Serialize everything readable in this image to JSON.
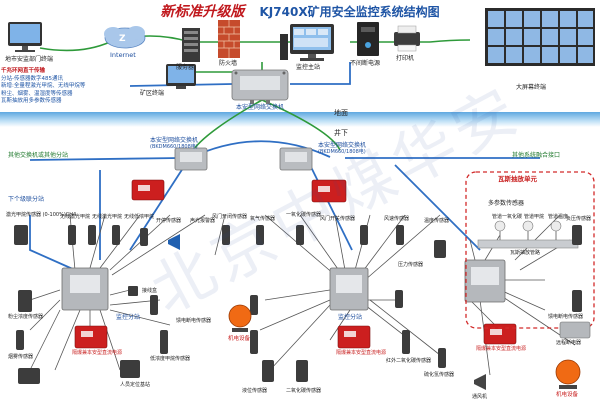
{
  "title": {
    "brand": "新标准升级版",
    "main": "KJ740X矿用安全监控系统结构图"
  },
  "colors": {
    "cable_green": "#2e9a3a",
    "cable_blue": "#2f6fc4",
    "red_device": "#cc1f1f",
    "frame_red": "#d22a2a"
  },
  "top": {
    "internet": "Internet",
    "city_terminal": "地市安监部门终端",
    "server": "服务器",
    "firewall": "防火墙",
    "host": "监控主站",
    "ups": "不间断电源",
    "printer": "打印机",
    "bigscreen": "大屏幕终端",
    "mine_terminal": "矿区终端",
    "switch_surface": "本安型网络交换机"
  },
  "note": {
    "head": "千兆环网直干传输",
    "lines": [
      "分站-传感器数字485通讯",
      "新增:全量程激光甲烷、无线甲烷等",
      "粉尘、烟雾、温湿度等传感器",
      "瓦斯抽放用多参数传感器"
    ]
  },
  "ground": {
    "above": "地面",
    "below": "井下"
  },
  "switches": {
    "left": "本安型网络交换机",
    "left_model": "(BKDM660/1808电)",
    "right": "本安型网络交换机",
    "right_model": "(BKDM660/1808电)"
  },
  "interfaces": {
    "left": "其他交换机或其他分站",
    "right": "其他系统融合接口",
    "lower": "下个级联分站"
  },
  "gas_unit": "瓦斯抽放单元",
  "labels": {
    "laser_ch4": "激光甲烷传感器 (0-100%)CH4",
    "wireless_ch4_1": "无线激光甲烷",
    "wireless_ch4_2": "无线激光甲烷",
    "wireless_ch4_3": "无线低浓甲烷",
    "switch_sensor": "开停传感器",
    "horn": "声光报警器",
    "door_sensor": "风门开闭传感器",
    "co_sensor": "一氧化碳传感器",
    "o2_sensor": "氧气传感器",
    "wind_sensor": "风速传感器",
    "temp_sensor": "温度传感器",
    "door2": "风门开关传感器",
    "negative_p": "负压传感器",
    "pressure": "压力传感器",
    "multiparam": "多参数传感器",
    "pipe_co": "管道一氧化碳",
    "pipe_ch4": "管道甲烷",
    "pipe_temp": "管道温度",
    "gas_pipe": "瓦斯抽放管路",
    "station_left": "监控分站",
    "station_mid": "监控分站",
    "junction": "接线盒",
    "feed_breaker": "馈电断电传感器",
    "dust": "粉尘浓度传感器",
    "smoke": "烟雾传感器",
    "low_ch4": "低浓度甲烷传感器",
    "ps_left": "隔爆兼本安型直流电源",
    "ps_mid": "隔爆兼本安型直流电源",
    "ps_right": "隔爆兼本安型直流电源",
    "motor_left": "机电设备",
    "motor_right": "机电设备",
    "remote": "远程断电器",
    "water": "液位传感器",
    "co2": "二氧化碳传感器",
    "feed_right": "馈电断电传感器",
    "fan": "通风机",
    "multi_right": "二氧化碳传感器",
    "red_co2": "红外二氧化碳传感器",
    "sulfide": "硫化氢传感器",
    "flow": "流量传感器",
    "smoke2": "低浓度甲烷传感器",
    "temp_low": "温度传感器",
    "pos": "人员定位基站"
  },
  "watermark": "北京中煤华安"
}
